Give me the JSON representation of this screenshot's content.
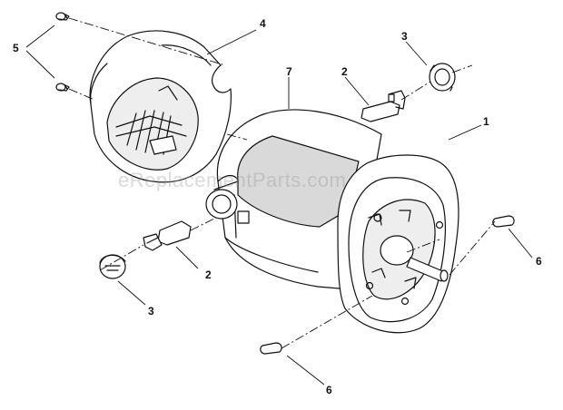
{
  "diagram": {
    "callouts": [
      {
        "id": "c1",
        "label": "1"
      },
      {
        "id": "c2a",
        "label": "2"
      },
      {
        "id": "c2b",
        "label": "2"
      },
      {
        "id": "c3a",
        "label": "3"
      },
      {
        "id": "c3b",
        "label": "3"
      },
      {
        "id": "c4",
        "label": "4"
      },
      {
        "id": "c5",
        "label": "5"
      },
      {
        "id": "c6a",
        "label": "6"
      },
      {
        "id": "c6b",
        "label": "6"
      },
      {
        "id": "c7",
        "label": "7"
      }
    ],
    "watermark": "eReplacementParts.com"
  },
  "colors": {
    "line": "#111111",
    "paper": "#ffffff",
    "shade": "#d9d9d9",
    "watermark": "#9a9a9a"
  }
}
